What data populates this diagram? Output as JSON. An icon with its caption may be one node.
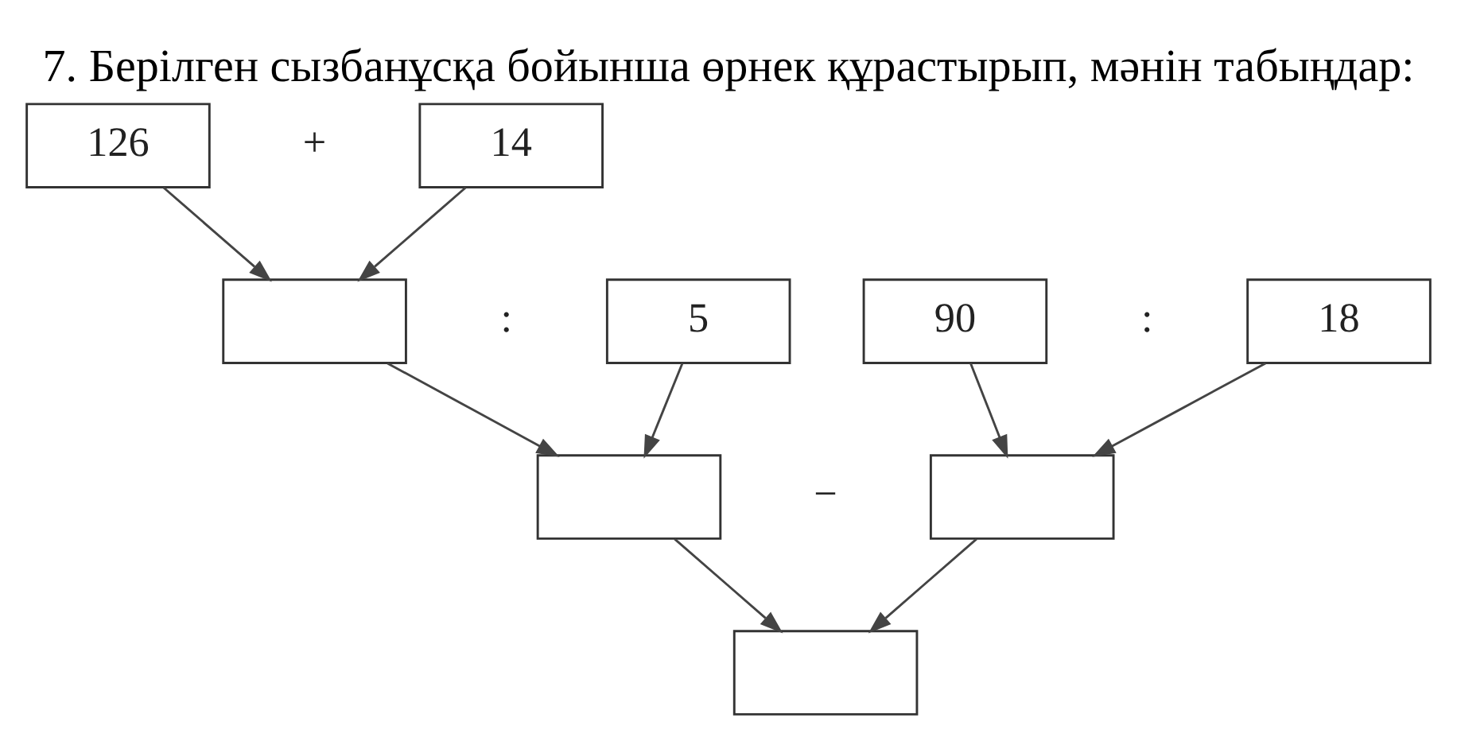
{
  "diagram": {
    "title": "7. Берілген сызбанұсқа бойынша өрнек құрастырып, мәнін табыңдар:",
    "nodes": [
      {
        "text": [
          "126"
        ]
      },
      {
        "text": [
          "14"
        ]
      },
      {
        "text": [],
        "shape": "box"
      },
      {
        "text": [
          "5"
        ]
      },
      {
        "text": [
          "90"
        ]
      },
      {
        "text": [
          "18"
        ]
      },
      {
        "text": [],
        "shape": "box"
      },
      {
        "text": [],
        "shape": "box"
      },
      {
        "text": [],
        "shape": "box"
      }
    ],
    "edges": [
      {
        "from": 0,
        "to": 2,
        "arrow": "to"
      },
      {
        "from": 1,
        "to": 2,
        "arrow": "to"
      },
      {
        "from": 2,
        "to": 6,
        "arrow": "to"
      },
      {
        "from": 3,
        "to": 6,
        "arrow": "to"
      },
      {
        "from": 4,
        "to": 7,
        "arrow": "to"
      },
      {
        "from": 5,
        "to": 7,
        "arrow": "to"
      },
      {
        "from": 6,
        "to": 8,
        "arrow": "to"
      },
      {
        "from": 7,
        "to": 8,
        "arrow": "to"
      }
    ],
    "labels": [
      "+",
      ":",
      ":",
      "−"
    ]
  }
}
